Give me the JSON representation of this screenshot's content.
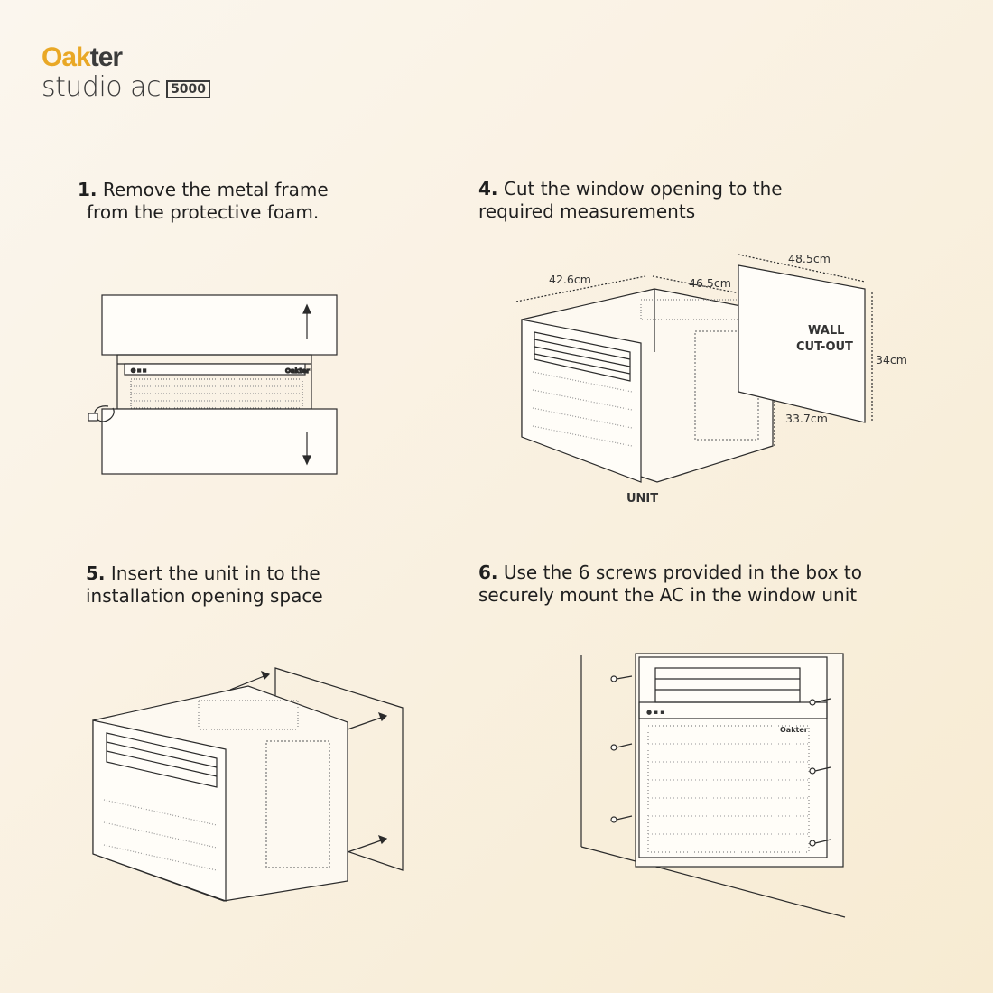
{
  "brand": {
    "name_part1": "Oak",
    "name_part2": "ter",
    "model_text": "studio ac",
    "model_number": "5000"
  },
  "steps": [
    {
      "number": "1.",
      "line1": "Remove the metal frame",
      "line2": "from the protective foam."
    },
    {
      "number": "4.",
      "line1": "Cut the window opening to the",
      "line2": "required measurements"
    },
    {
      "number": "5.",
      "line1": "Insert the unit in to the",
      "line2": "installation opening space"
    },
    {
      "number": "6.",
      "line1": "Use the 6 screws provided in the box to",
      "line2": "securely mount the AC in the window unit"
    }
  ],
  "diagram4": {
    "unit_width": "42.6cm",
    "unit_depth": "46.5cm",
    "unit_height": "33.7cm",
    "cutout_width": "48.5cm",
    "cutout_height": "34cm",
    "cutout_label_1": "WALL",
    "cutout_label_2": "CUT-OUT",
    "unit_label": "UNIT"
  },
  "colors": {
    "background": "#faf3e6",
    "brand_accent": "#e9a826",
    "line": "#2b2b2b"
  }
}
